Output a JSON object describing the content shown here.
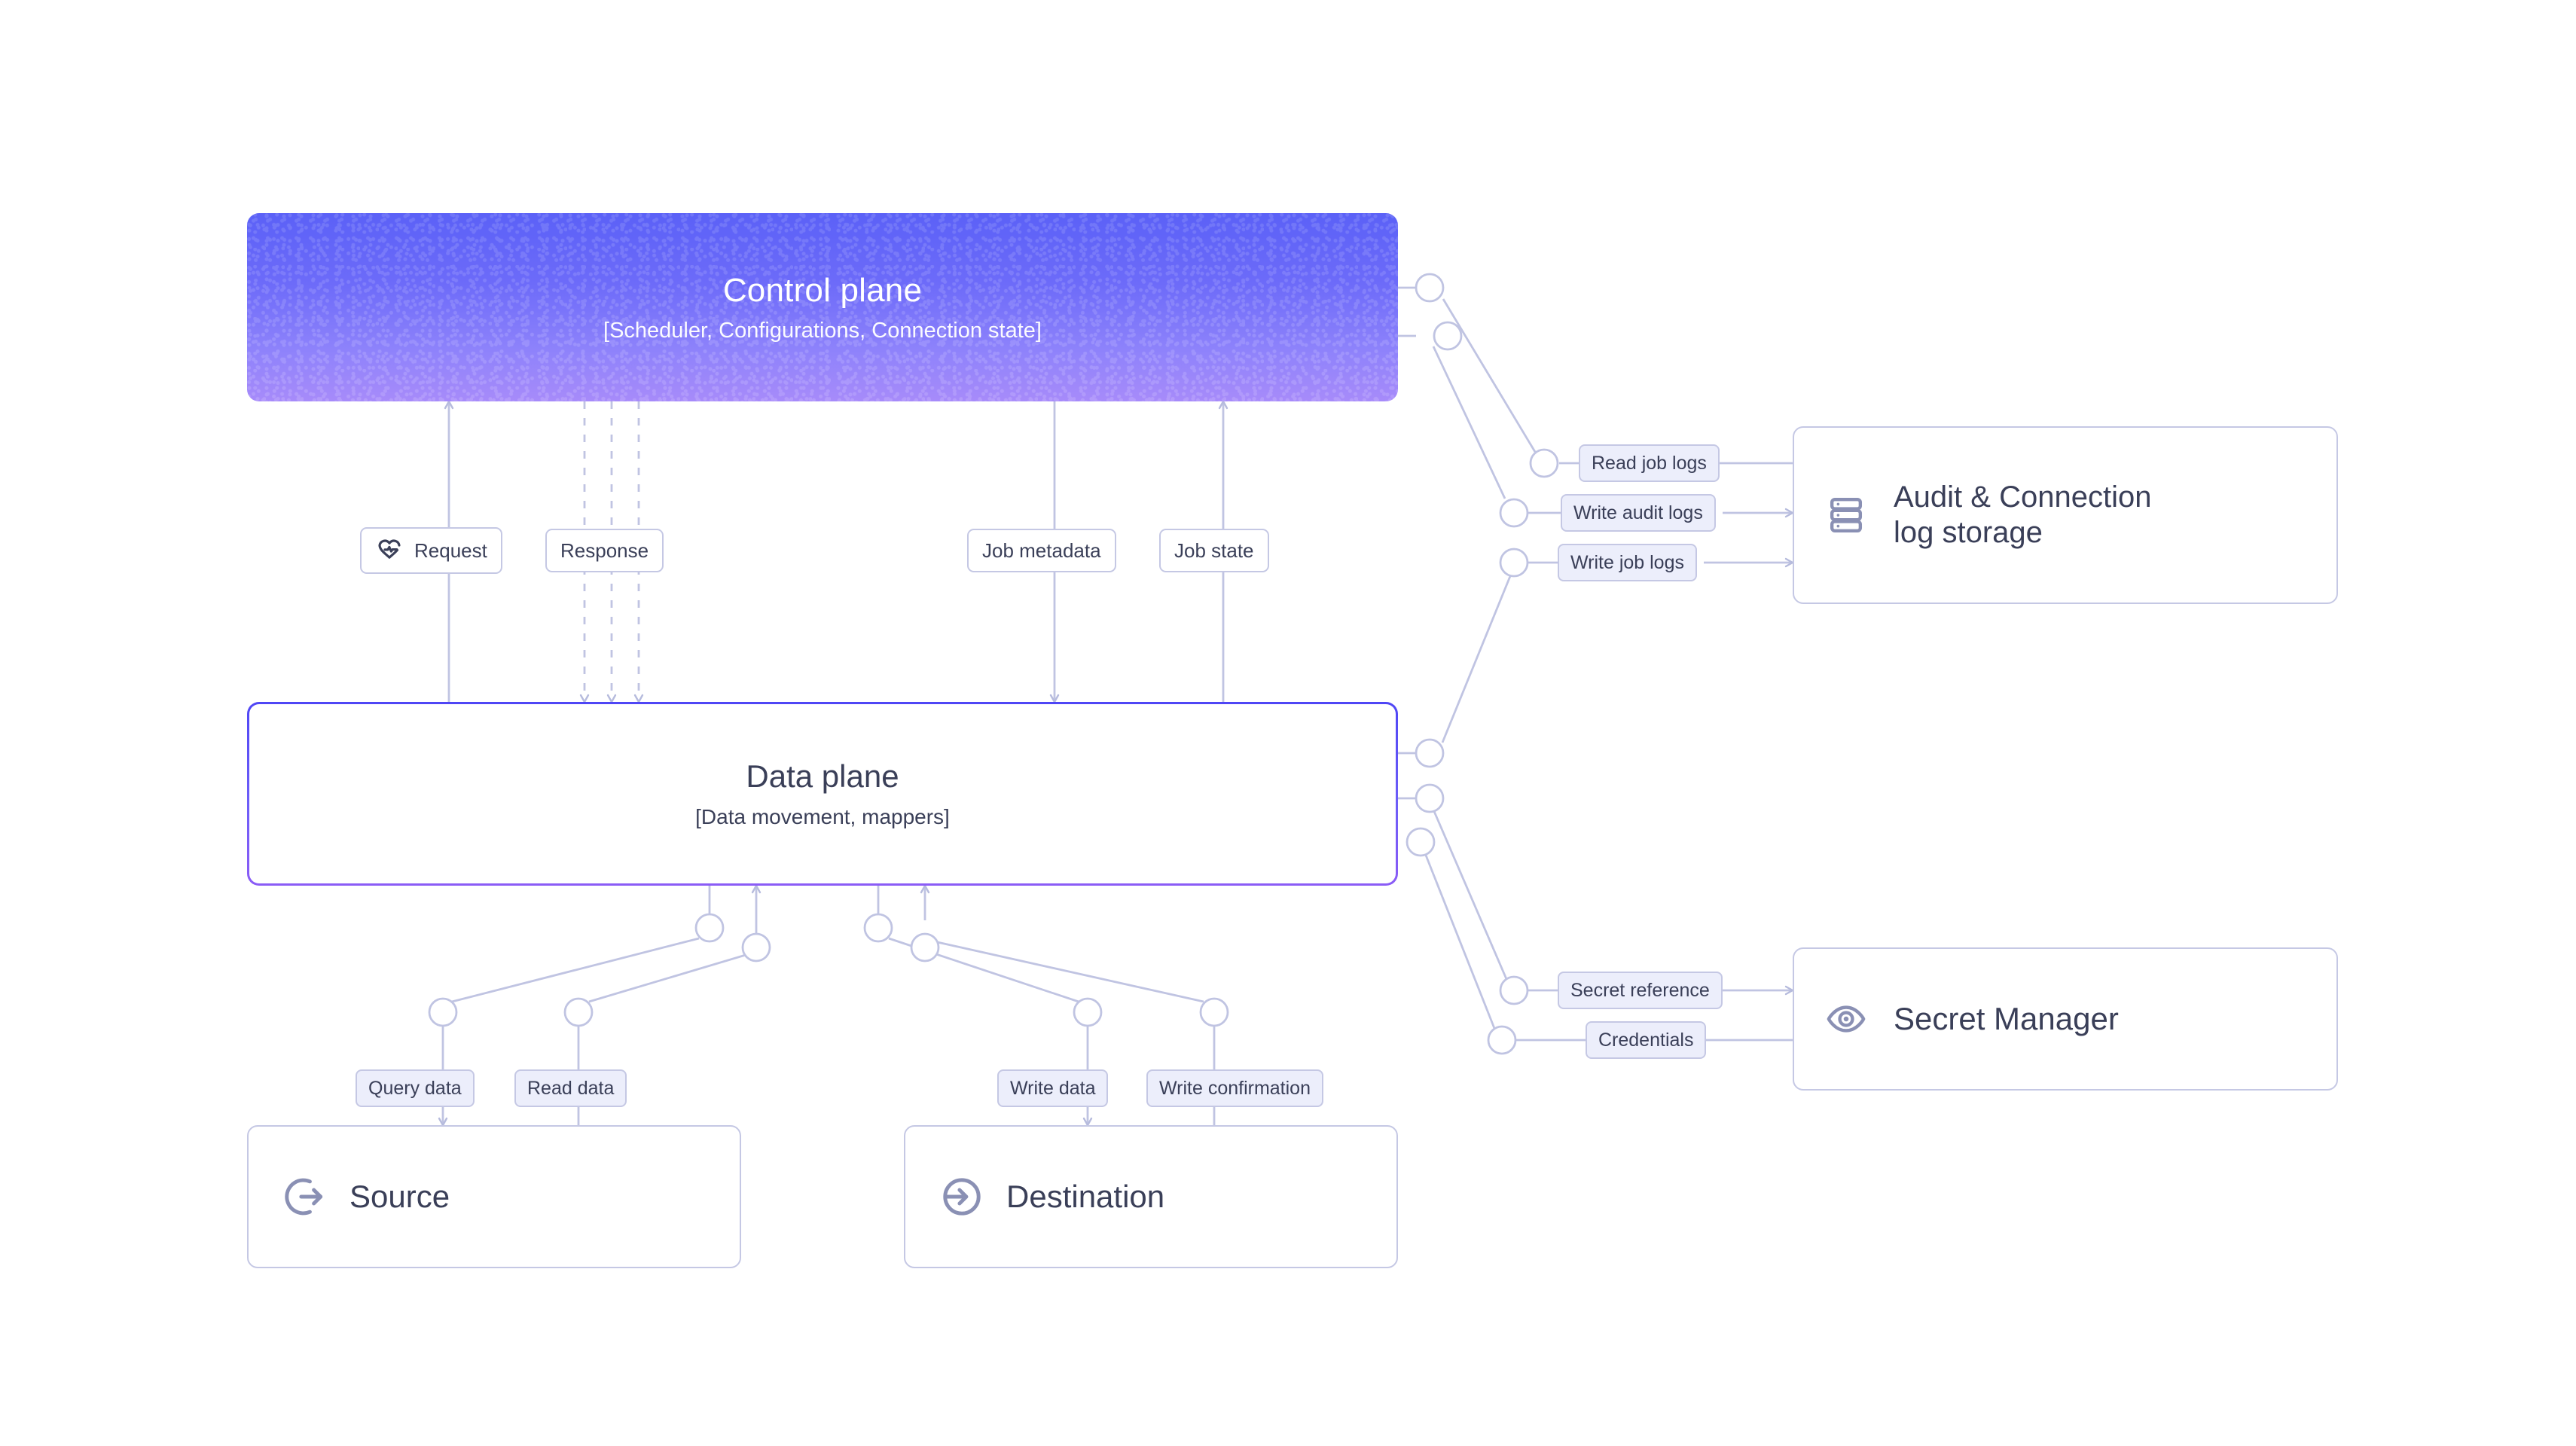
{
  "diagram": {
    "title": "Control plane / Data plane data movement architecture",
    "colors": {
      "control_plane_gradient_top": "#5b61f7",
      "control_plane_gradient_bottom": "#a78bfa",
      "data_plane_border": "#4f46f5",
      "connector_line": "#c0c4e2",
      "label_border": "#c5c8e4",
      "label_tint_background": "#eceefb",
      "text_dark": "#3a3f58",
      "icon_muted": "#8a90b4",
      "canvas_background": "#ffffff"
    }
  },
  "nodes": {
    "control_plane": {
      "title": "Control plane",
      "subtitle": "[Scheduler, Configurations, Connection state]"
    },
    "data_plane": {
      "title": "Data plane",
      "subtitle": "[Data movement, mappers]"
    },
    "source": {
      "title": "Source",
      "icon": "log-out-circle-icon"
    },
    "destination": {
      "title": "Destination",
      "icon": "log-in-circle-icon"
    },
    "audit_log_storage": {
      "title_line1": "Audit & Connection",
      "title_line2": "log storage",
      "icon": "database-stack-icon"
    },
    "secret_manager": {
      "title": "Secret Manager",
      "icon": "eye-icon"
    }
  },
  "edge_labels": {
    "request": {
      "text": "Request",
      "icon": "heart-pulse-icon",
      "style": "plain"
    },
    "response": {
      "text": "Response",
      "style": "plain"
    },
    "job_metadata": {
      "text": "Job metadata",
      "style": "plain"
    },
    "job_state": {
      "text": "Job state",
      "style": "plain"
    },
    "read_job_logs": {
      "text": "Read job logs",
      "style": "tinted"
    },
    "write_audit_logs": {
      "text": "Write audit logs",
      "style": "tinted"
    },
    "write_job_logs": {
      "text": "Write job logs",
      "style": "tinted"
    },
    "secret_reference": {
      "text": "Secret reference",
      "style": "tinted"
    },
    "credentials": {
      "text": "Credentials",
      "style": "tinted"
    },
    "query_data": {
      "text": "Query data",
      "style": "tinted"
    },
    "read_data": {
      "text": "Read data",
      "style": "tinted"
    },
    "write_data": {
      "text": "Write data",
      "style": "tinted"
    },
    "write_confirmation": {
      "text": "Write confirmation",
      "style": "tinted"
    }
  },
  "edges": [
    {
      "from": "data_plane",
      "to": "control_plane",
      "label": "Request",
      "dashed": false,
      "direction": "up"
    },
    {
      "from": "control_plane",
      "to": "data_plane",
      "label": "Response",
      "dashed": true,
      "direction": "down"
    },
    {
      "from": "control_plane",
      "to": "data_plane",
      "label": "Job metadata",
      "dashed": false,
      "direction": "down"
    },
    {
      "from": "data_plane",
      "to": "control_plane",
      "label": "Job state",
      "dashed": false,
      "direction": "up"
    },
    {
      "from": "audit_log_storage",
      "to": "control_plane",
      "label": "Read job logs",
      "dashed": false,
      "direction": "left"
    },
    {
      "from": "control_plane",
      "to": "audit_log_storage",
      "label": "Write audit logs",
      "dashed": false,
      "direction": "right"
    },
    {
      "from": "data_plane",
      "to": "audit_log_storage",
      "label": "Write job logs",
      "dashed": false,
      "direction": "right"
    },
    {
      "from": "data_plane",
      "to": "secret_manager",
      "label": "Secret reference",
      "dashed": false,
      "direction": "right"
    },
    {
      "from": "secret_manager",
      "to": "data_plane",
      "label": "Credentials",
      "dashed": false,
      "direction": "left"
    },
    {
      "from": "data_plane",
      "to": "source",
      "label": "Query data",
      "dashed": false,
      "direction": "down"
    },
    {
      "from": "source",
      "to": "data_plane",
      "label": "Read data",
      "dashed": false,
      "direction": "up"
    },
    {
      "from": "data_plane",
      "to": "destination",
      "label": "Write data",
      "dashed": false,
      "direction": "down"
    },
    {
      "from": "destination",
      "to": "data_plane",
      "label": "Write confirmation",
      "dashed": false,
      "direction": "up"
    }
  ]
}
